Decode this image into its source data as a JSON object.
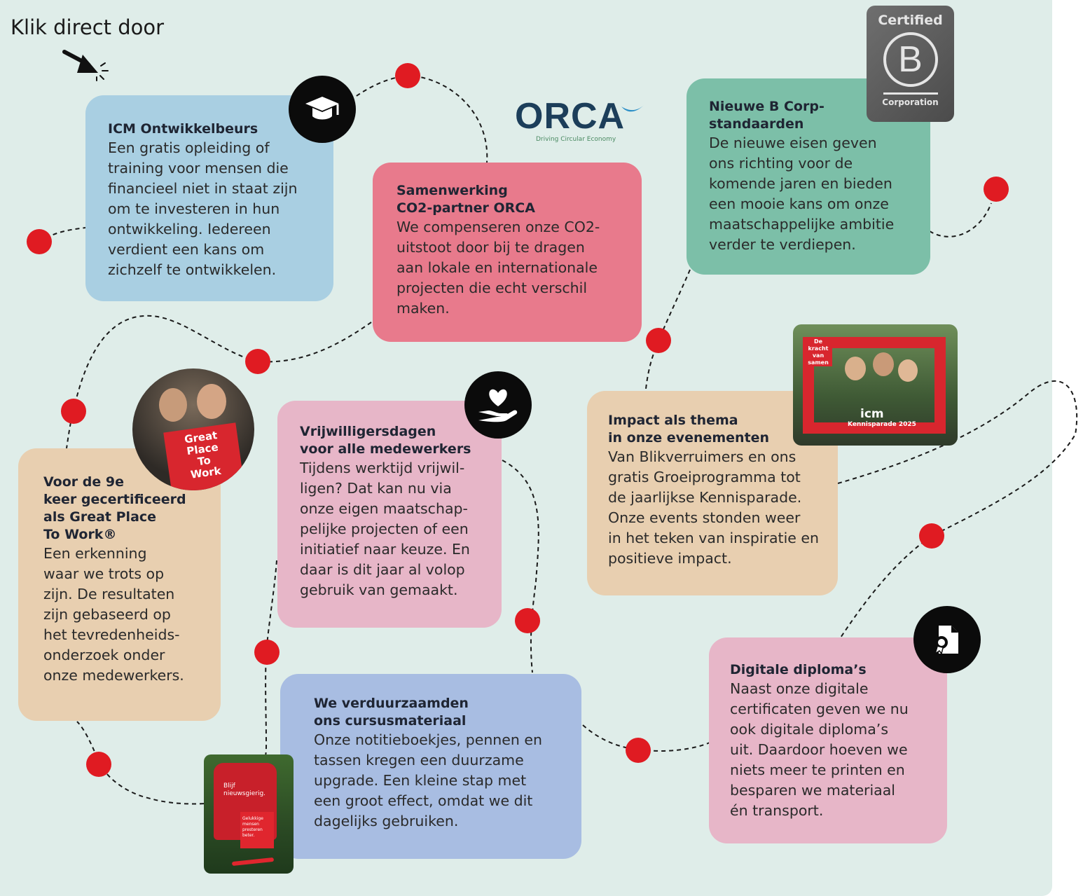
{
  "intro": {
    "label": "Klik direct door",
    "arrow_icon": "pointer-arrow-icon"
  },
  "colors": {
    "background": "#dfede9",
    "dot": "#e01b22",
    "blue": "#a9cfe2",
    "rose": "#e87a8c",
    "teal": "#7cbfa8",
    "peach": "#e8cfb0",
    "pink": "#e7b6c8",
    "lavender": "#a8bde2"
  },
  "logos": {
    "orca": {
      "name": "ORCA",
      "tagline": "Driving Circular Economy"
    },
    "bcorp": {
      "top": "Certified",
      "letter": "B",
      "bottom": "Corporation"
    }
  },
  "cards": {
    "ontwikkelbeurs": {
      "title": "ICM Ontwikkelbeurs",
      "body": "Een gratis opleiding of\ntraining voor mensen die\nfinancieel niet in staat zijn\nom te investeren in hun\nontwikkeling. Iedereen\nverdient een kans om\nzichzelf te ontwikkelen.",
      "icon": "graduation-cap-icon"
    },
    "orca": {
      "title": "Samenwerking\nCO2-partner ORCA",
      "body": "We compenseren onze CO2-\nuitstoot door bij te dragen\naan lokale en internationale\nprojecten die echt verschil\nmaken."
    },
    "bcorp": {
      "title": "Nieuwe B Corp-\nstandaarden",
      "body": "De nieuwe eisen geven\nons richting voor de\nkomende jaren en bieden\neen mooie kans om onze\nmaatschappelijke ambitie\nverder te verdiepen."
    },
    "gptw": {
      "title": "Voor de 9e\nkeer gecertificeerd\nals Great Place\nTo Work®",
      "body": "Een erkenning\nwaar we trots op\nzijn. De resultaten\nzijn gebaseerd op\nhet tevredenheids-\nonderzoek onder\nonze medewerkers.",
      "photo_sign": "Great\nPlace\nTo\nWork"
    },
    "vrijwilligers": {
      "title": "Vrijwilligersdagen\nvoor alle medewerkers",
      "body": "Tijdens werktijd vrijwil-\nligen? Dat kan nu via\nonze eigen maatschap-\npelijke projecten of een\ninitiatief naar keuze. En\ndaar is dit jaar al volop\ngebruik van gemaakt.",
      "icon": "heart-hand-icon"
    },
    "impact": {
      "title": "Impact als thema\nin onze evenementen",
      "body": "Van Blikverruimers en ons\ngratis Groeiprogramma tot\nde jaarlijkse Kennisparade.\nOnze events stonden weer\nin het teken van inspiratie en\npositieve impact.",
      "photo_sign_top": "De\nkracht\nvan\nsamen",
      "photo_sign_logo": "icm",
      "photo_sign_bottom": "Kennisparade 2025"
    },
    "duurzaam": {
      "title": "We verduurzaamden\nons cursusmateriaal",
      "body": "Onze notitieboekjes, pennen en\ntassen kregen een duurzame\nupgrade. Een kleine stap met\neen groot effect, omdat we dit\ndagelijks gebruiken.",
      "photo_bag": "Blijf\nnieuwsgierig.",
      "photo_book": "Gelukkige\nmensen\npresteren\nbeter."
    },
    "diploma": {
      "title": "Digitale diploma’s",
      "body": "Naast onze digitale\ncertificaten geven we nu\nook digitale diploma’s\nuit. Daardoor hoeven we\nniets meer te printen en\nbesparen we materiaal\nén transport.",
      "icon": "digital-certificate-icon"
    }
  }
}
